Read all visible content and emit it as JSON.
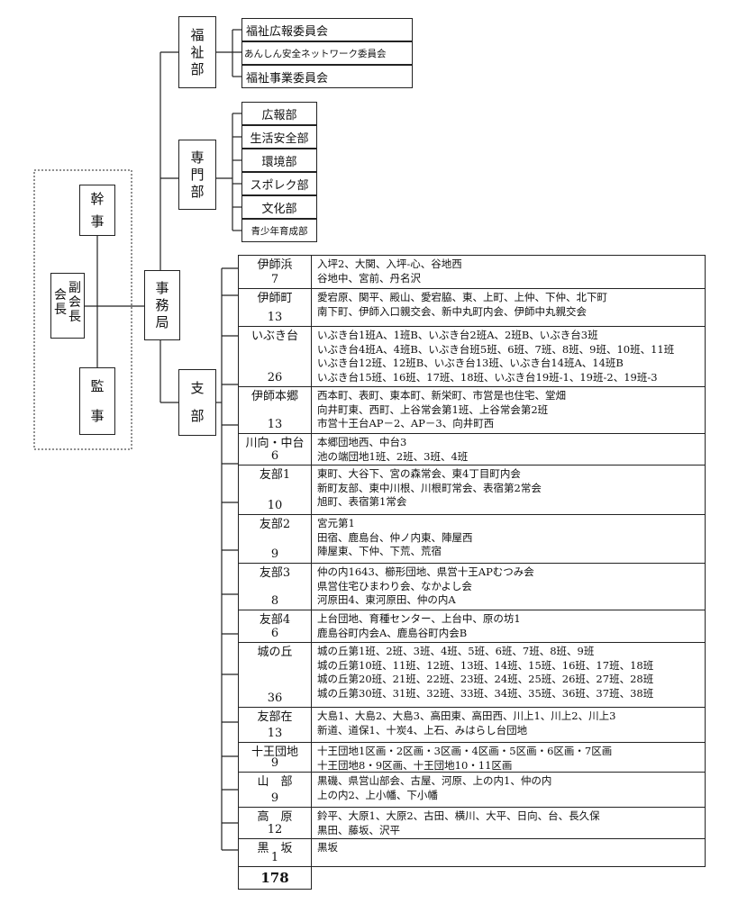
{
  "officers": {
    "kanji": [
      "幹",
      "事"
    ],
    "fuku_kaicho": [
      "副",
      "会",
      "長"
    ],
    "kaicho": [
      "会",
      "長"
    ],
    "kanji_audit": [
      "監",
      "事"
    ]
  },
  "jimukyoku": [
    "事",
    "務",
    "局"
  ],
  "fukushi_bu": {
    "label": [
      "福",
      "祉",
      "部"
    ],
    "committees": [
      "福祉広報委員会",
      "あんしん安全ネットワーク委員会",
      "福祉事業委員会"
    ]
  },
  "senmon_bu": {
    "label": [
      "専",
      "門",
      "部"
    ],
    "departments": [
      "広報部",
      "生活安全部",
      "環境部",
      "スポレク部",
      "文化部",
      "青少年育成部"
    ]
  },
  "shibu": {
    "label": [
      "支",
      "部"
    ],
    "districts": [
      {
        "name": "伊師浜",
        "count": "7",
        "areas": [
          "入坪2、大関、入坪-心、谷地西",
          "谷地中、宮前、丹名沢"
        ]
      },
      {
        "name": "伊師町",
        "count": "13",
        "areas": [
          "愛宕原、関平、殿山、愛宕脇、東、上町、上仲、下仲、北下町",
          "南下町、伊師入口親交会、新中丸町内会、伊師中丸親交会"
        ]
      },
      {
        "name": "いぶき台",
        "count": "26",
        "areas": [
          "いぶき台1班A、1班B、いぶき台2班A、2班B、いぶき台3班",
          "いぶき台4班A、4班B、いぶき台班5班、6班、7班、8班、9班、10班、11班",
          "いぶき台12班、12班B、いぶき台13班、いぶき台14班A、14班B",
          "いぶき台15班、16班、17班、18班、いぶき台19班-1、19班-2、19班-3"
        ]
      },
      {
        "name": "伊師本郷",
        "count": "13",
        "areas": [
          "西本町、表町、東本町、新栄町、市営是也住宅、堂畑",
          "向井町東、西町、上谷常会第1班、上谷常会第2班",
          "市営十王台AP－2、AP－3、向井町西"
        ]
      },
      {
        "name": "川向・中台",
        "count": "6",
        "areas": [
          "本郷団地西、中台3",
          "池の端団地1班、2班、3班、4班"
        ]
      },
      {
        "name": "友部1",
        "count": "10",
        "areas": [
          "東町、大谷下、宮の森常会、東4丁目町内会",
          "新町友部、東中川根、川根町常会、表宿第2常会",
          "旭町、表宿第1常会"
        ]
      },
      {
        "name": "友部2",
        "count": "9",
        "areas": [
          "宮元第1",
          "田宿、鹿島台、仲ノ内東、陣屋西",
          "陣屋東、下仲、下荒、荒宿"
        ]
      },
      {
        "name": "友部3",
        "count": "8",
        "areas": [
          "仲の内1643、櫛形団地、県営十王APむつみ会",
          "県営住宅ひまわり会、なかよし会",
          "河原田4、東河原田、仲の内A"
        ]
      },
      {
        "name": "友部4",
        "count": "6",
        "areas": [
          "上台団地、育種センター、上台中、原の坊1",
          "鹿島谷町内会A、鹿島谷町内会B"
        ]
      },
      {
        "name": "城の丘",
        "count": "36",
        "areas": [
          "城の丘第1班、2班、3班、4班、5班、6班、7班、8班、9班",
          "城の丘第10班、11班、12班、13班、14班、15班、16班、17班、18班",
          "城の丘第20班、21班、22班、23班、24班、25班、26班、27班、28班",
          "城の丘第30班、31班、32班、33班、34班、35班、36班、37班、38班"
        ]
      },
      {
        "name": "友部在",
        "count": "13",
        "areas": [
          "大島1、大島2、大島3、高田東、高田西、川上1、川上2、川上3",
          "新道、道保1、十炭4、上石、みはらし台団地"
        ]
      },
      {
        "name": "十王団地",
        "count": "9",
        "areas": [
          "十王団地1区画・2区画・3区画・4区画・5区画・6区画・7区画",
          "十王団地8・9区画、十王団地10・11区画"
        ]
      },
      {
        "name": "山　部",
        "count": "9",
        "areas": [
          "黒磯、県営山部会、古屋、河原、上の内1、仲の内",
          "上の内2、上小幡、下小幡"
        ]
      },
      {
        "name": "高　原",
        "count": "12",
        "areas": [
          "鈴平、大原1、大原2、古田、横川、大平、日向、台、長久保",
          "黒田、藤坂、沢平"
        ]
      },
      {
        "name": "黒　坂",
        "count": "1",
        "areas": [
          "黒坂"
        ]
      }
    ],
    "total": "178"
  }
}
